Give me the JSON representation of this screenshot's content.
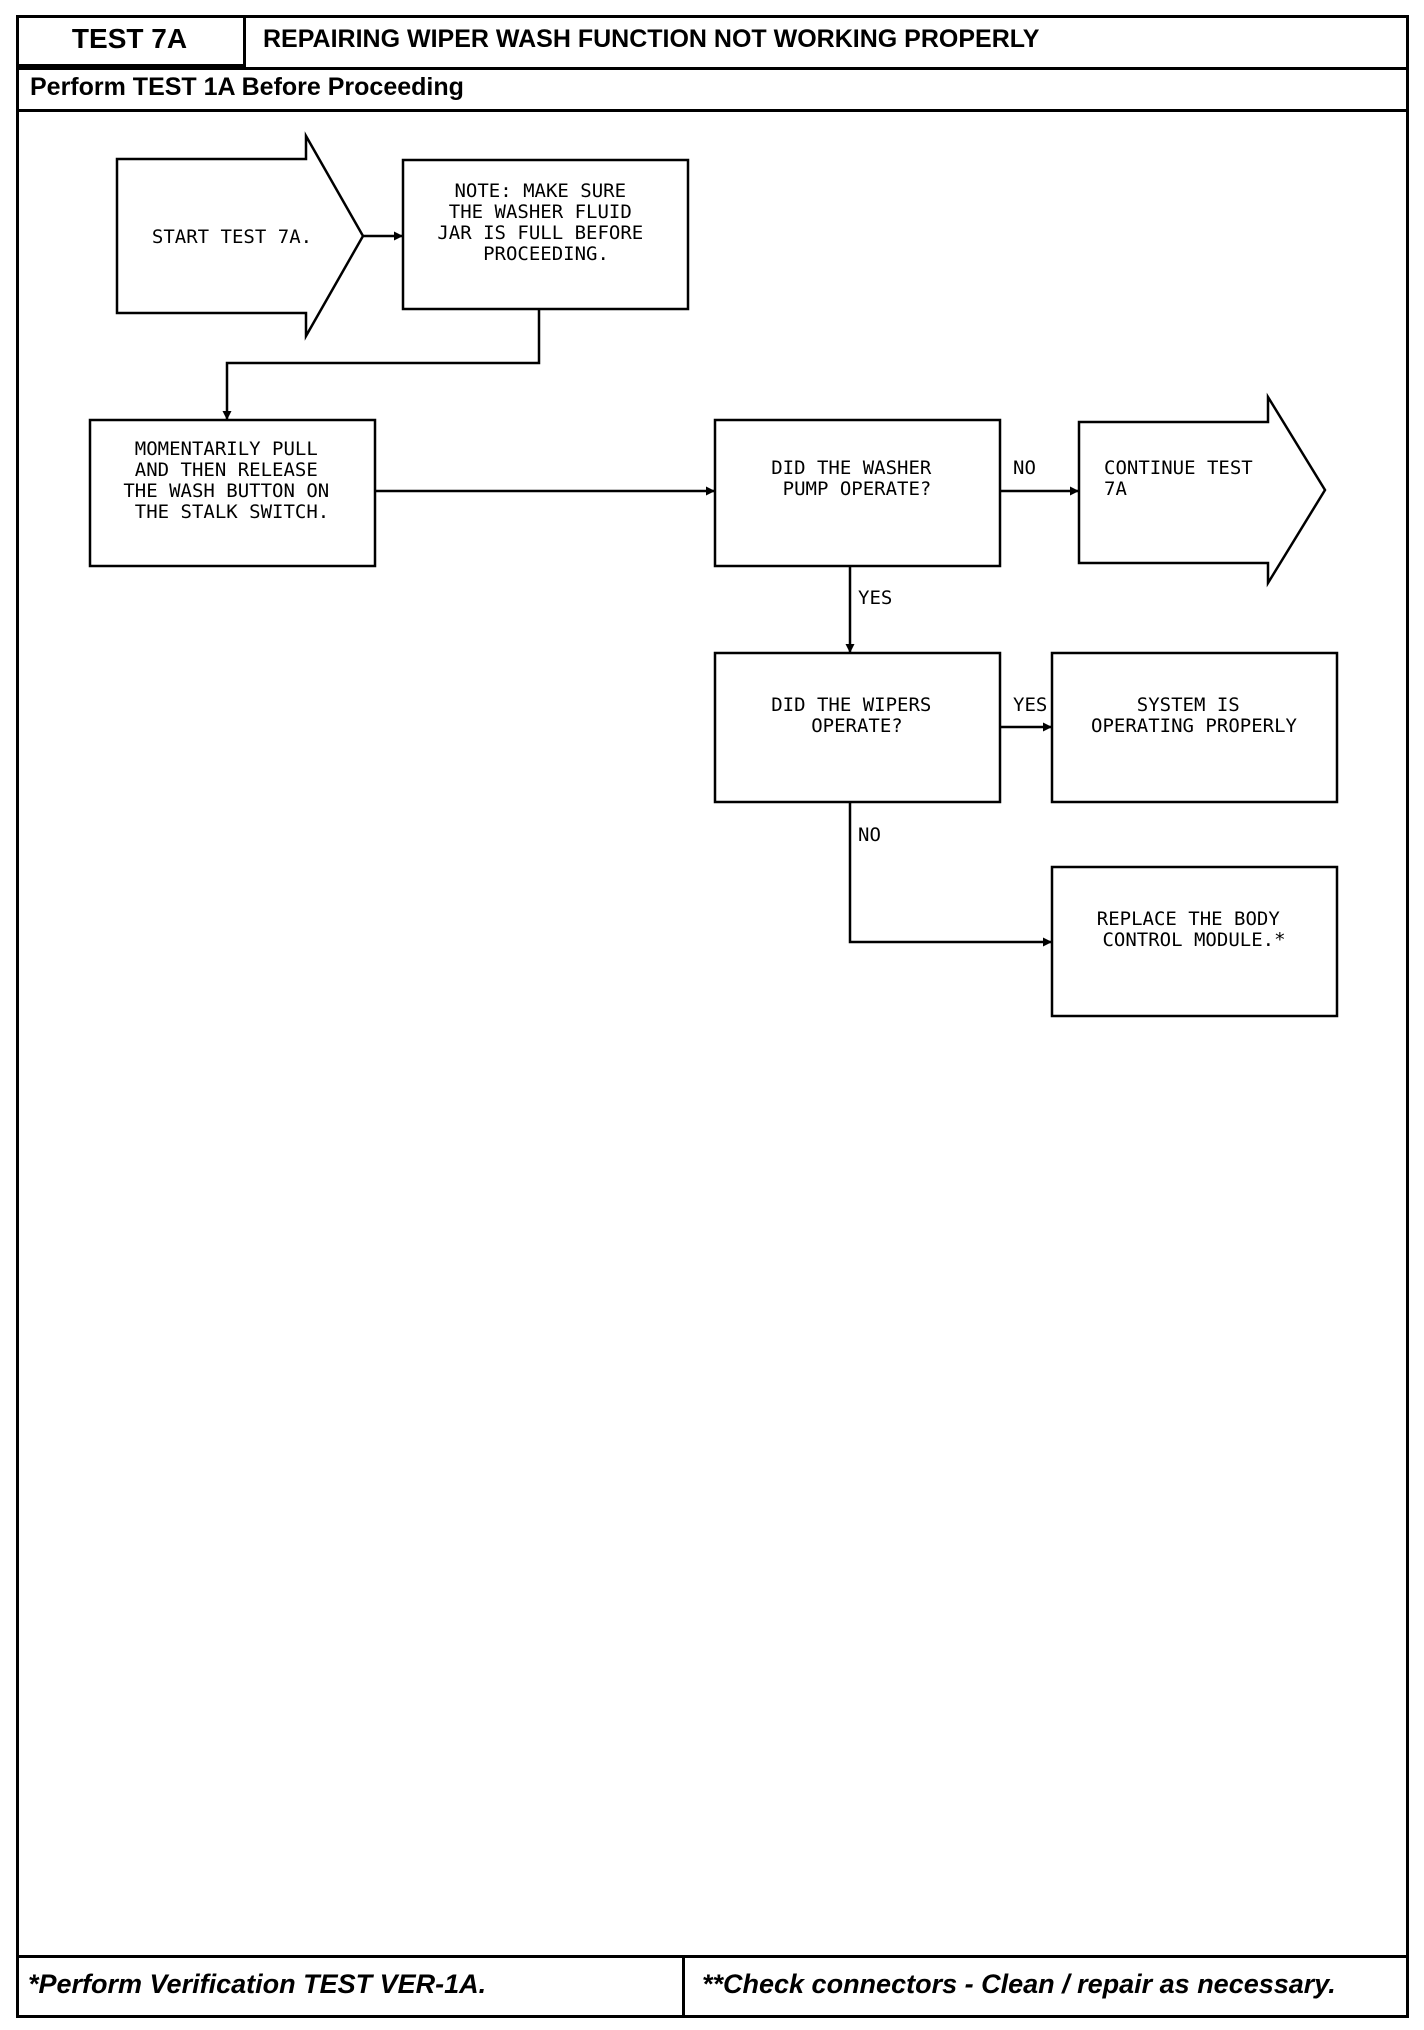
{
  "header": {
    "test_id": "TEST 7A",
    "title": "REPAIRING WIPER WASH FUNCTION NOT WORKING PROPERLY",
    "subtitle": "Perform TEST 1A Before Proceeding"
  },
  "flowchart": {
    "start": [
      "START TEST 7A."
    ],
    "note": [
      "NOTE: MAKE SURE",
      "THE WASHER FLUID",
      "JAR IS FULL BEFORE",
      "PROCEEDING."
    ],
    "step_pull": [
      "MOMENTARILY PULL",
      "AND THEN RELEASE",
      "THE WASH BUTTON ON",
      "THE STALK SWITCH."
    ],
    "q_pump": [
      "DID THE WASHER",
      "PUMP OPERATE?"
    ],
    "continue": [
      "CONTINUE TEST",
      "7A"
    ],
    "q_wipers": [
      "DID THE WIPERS",
      "OPERATE?"
    ],
    "ok": [
      "SYSTEM IS",
      "OPERATING PROPERLY"
    ],
    "replace": [
      "REPLACE THE BODY",
      "CONTROL MODULE.*"
    ],
    "labels": {
      "pump_no": "NO",
      "pump_yes": "YES",
      "wipers_yes": "YES",
      "wipers_no": "NO"
    }
  },
  "footer": {
    "left": "*Perform Verification TEST VER-1A.",
    "right": "**Check connectors - Clean / repair as necessary."
  }
}
